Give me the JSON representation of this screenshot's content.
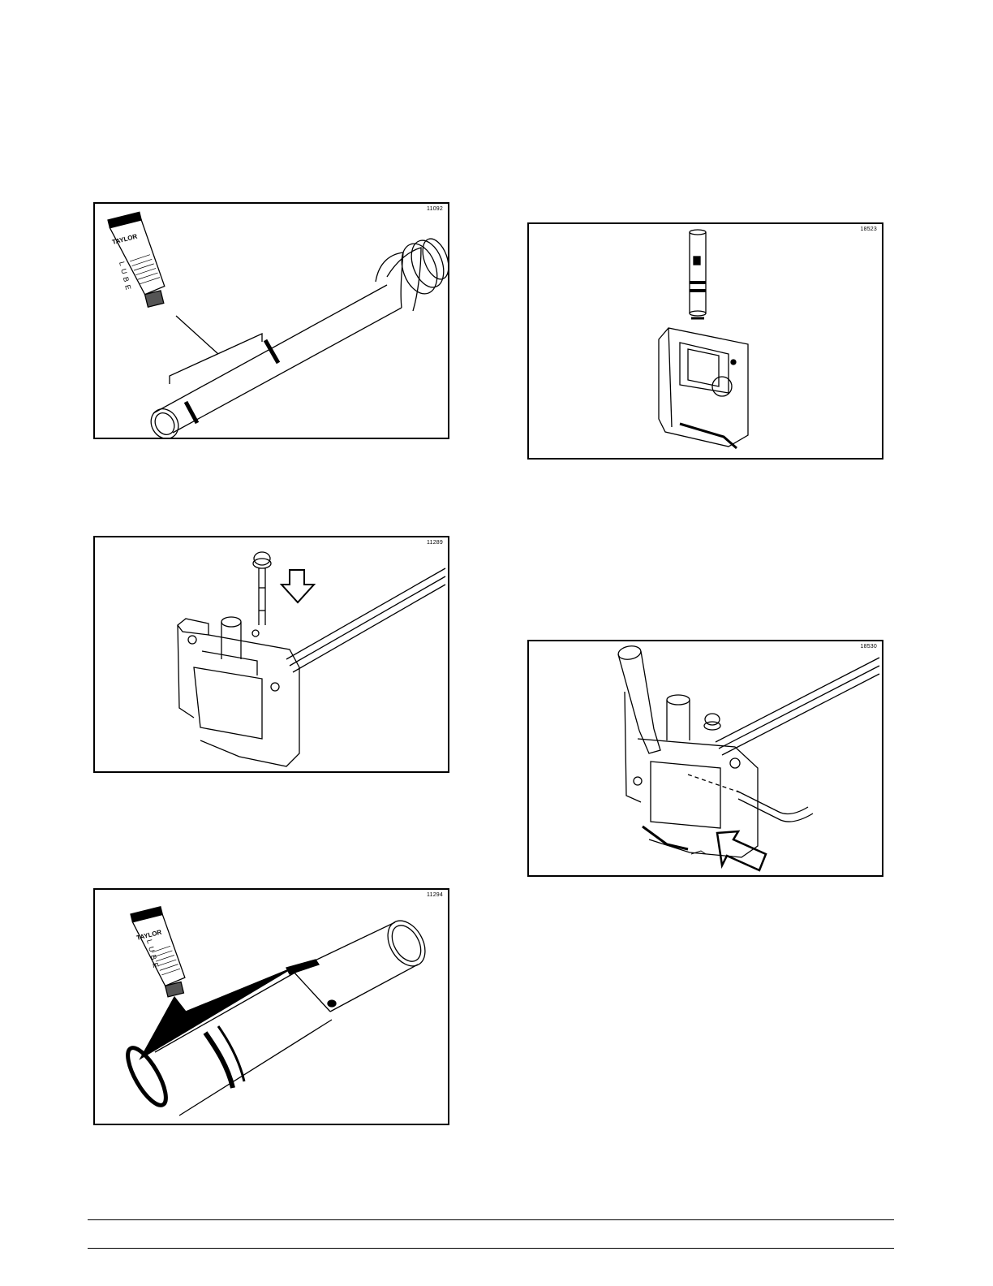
{
  "figures": [
    {
      "id": "11092",
      "subject": "lube-tube-and-shaft"
    },
    {
      "id": "18523",
      "subject": "pin-and-valve-body"
    },
    {
      "id": "11289",
      "subject": "bolt-into-mounting-bracket"
    },
    {
      "id": "18530",
      "subject": "handle-and-pin-assembly"
    },
    {
      "id": "11294",
      "subject": "lube-tube-and-valve-pin"
    }
  ],
  "lube_tube": {
    "brand": "TAYLOR",
    "product": "LUBE"
  }
}
